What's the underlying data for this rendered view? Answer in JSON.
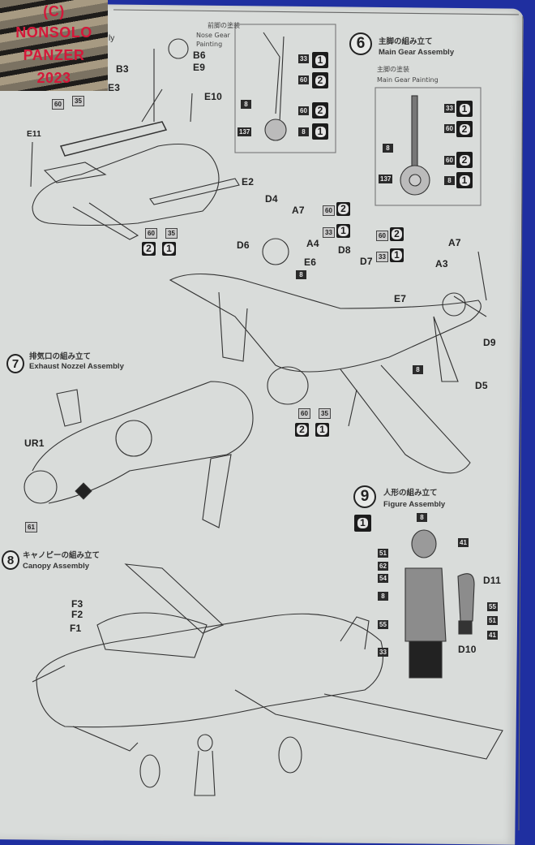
{
  "watermark": {
    "line1": "(C)",
    "line2": "NONSOLO",
    "line3": "PANZER",
    "line4": "2023"
  },
  "step5": {
    "title_fragment": "ly",
    "parts": {
      "b6": "B6",
      "e9": "E9",
      "b3": "B3",
      "e3": "E3",
      "e10": "E10",
      "e11": "E11",
      "e2": "E2"
    },
    "color_codes": [
      "60",
      "35",
      "60",
      "35"
    ],
    "paint_numbers": [
      "2",
      "1"
    ],
    "nose_gear_painting": {
      "jp": "前脚の塗装",
      "en_line1": "Nose Gear",
      "en_line2": "Painting",
      "codes": [
        "33",
        "60",
        "8",
        "60",
        "137",
        "8"
      ],
      "paint": [
        "1",
        "2",
        "2",
        "1"
      ]
    }
  },
  "step6": {
    "number": "6",
    "title_jp": "主脚の組み立て",
    "title_en": "Main Gear Assembly",
    "painting_jp": "主脚の塗装",
    "painting_en": "Main Gear Painting",
    "codes": [
      "33",
      "60",
      "8",
      "60",
      "137",
      "8"
    ],
    "paint": [
      "1",
      "2",
      "2",
      "1"
    ],
    "parts": {
      "d4": "D4",
      "a7a": "A7",
      "a4": "A4",
      "d6": "D6",
      "e6": "E6",
      "d8": "D8",
      "d7": "D7",
      "e7": "E7",
      "a7b": "A7",
      "a3": "A3",
      "d9": "D9",
      "d5": "D5"
    },
    "callouts": {
      "c60a": "60",
      "p2a": "2",
      "c33a": "33",
      "p1a": "1",
      "c60b": "60",
      "p2b": "2",
      "c33b": "33",
      "p1b": "1",
      "c8a": "8",
      "c8b": "8",
      "c60c": "60",
      "c35c": "35",
      "p2c": "2",
      "p1c": "1"
    }
  },
  "step7": {
    "number": "7",
    "title_jp": "排気口の組み立て",
    "title_en": "Exhaust Nozzel Assembly",
    "parts": {
      "ur1": "UR1"
    },
    "code": "61"
  },
  "step8": {
    "number": "8",
    "title_jp": "キャノピーの組み立て",
    "title_en": "Canopy Assembly",
    "parts": {
      "f3": "F3",
      "f2": "F2",
      "f1": "F1"
    }
  },
  "step9": {
    "number": "9",
    "title_jp": "人形の組み立て",
    "title_en": "Figure Assembly",
    "paint": "1",
    "codes": {
      "c8top": "8",
      "c41a": "41",
      "c51a": "51",
      "c62": "62",
      "c54": "54",
      "c8b": "8",
      "c55a": "55",
      "c55b": "55",
      "c51b": "51",
      "c41b": "41",
      "c33": "33"
    },
    "parts": {
      "d11": "D11",
      "d10": "D10"
    }
  }
}
